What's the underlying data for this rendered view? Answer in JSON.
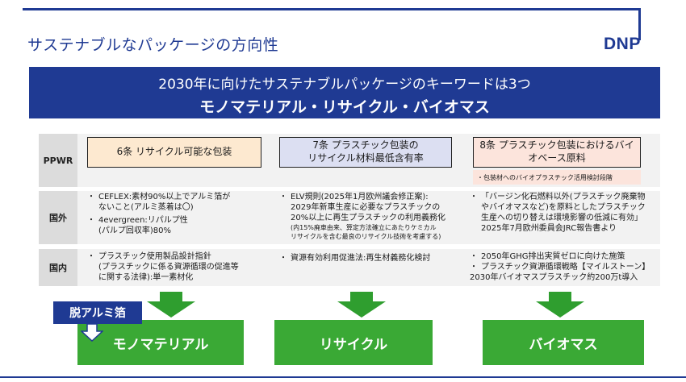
{
  "header": {
    "title": "サステナブルなパッケージの方向性",
    "logo": "DNP"
  },
  "banner": {
    "line1": "2030年に向けたサステナブルパッケージのキーワードは3つ",
    "line2": "モノマテリアル・リサイクル・バイオマス"
  },
  "rows": {
    "ppwr": "PPWR",
    "overseas": "国外",
    "domestic": "国内"
  },
  "ppwr": {
    "col1": "6条 リサイクル可能な包装",
    "col2_l1": "7条 プラスチック包装の",
    "col2_l2": "リサイクル材料最低含有率",
    "col3_l1": "8条 プラスチック包装におけるバイ",
    "col3_l2": "オベース原料",
    "col3_note": "・包装材へのバイオプラスチック活用検討段階"
  },
  "overseas": {
    "c1_b1_l1": "CEFLEX:素材90%以上でアルミ箔が",
    "c1_b1_l2": "ないこと(アルミ蒸着は〇)",
    "c1_b2_l1": "4evergreen:リパルプ性",
    "c1_b2_l2": "(パルプ回収率)80%",
    "c2_l1": "ELV規則(2025年1月欧州議会修正案):",
    "c2_l2": "2029年新車生産に必要なプラスチックの",
    "c2_l3": "20%以上に再生プラスチックの利用義務化",
    "c2_s1": "(内15%廃車由来、算定方法確立にあたりケミカル",
    "c2_s2": "リサイクルを含む最良のリサイクル技術を考慮する)",
    "c3_l1": "「バージン化石燃料以外(プラスチック廃棄物",
    "c3_l2": "やバイオマスなど)を原料としたプラスチック",
    "c3_l3": "生産への切り替えは環境影響の低減に有効」",
    "c3_l4": "2025年7月欧州委員会JRC報告書より"
  },
  "domestic": {
    "c1_l1": "プラスチック使用製品設計指針",
    "c1_l2": "(プラスチックに係る資源循環の促進等",
    "c1_l3": "に関する法律):単一素材化",
    "c2_l1": "資源有効利用促進法:再生材義務化検討",
    "c3_b1": "2050年GHG排出実質ゼロに向けた施策",
    "c3_b2": "プラスチック資源循環戦略【マイルストーン】",
    "c3_b2_l2": "2030年バイオマスプラスチック約200万t導入"
  },
  "targets": {
    "t1": "モノマテリアル",
    "t2": "リサイクル",
    "t3": "バイオマス"
  },
  "tag": "脱アルミ箔",
  "colors": {
    "navy": "#1f3a93",
    "green": "#3aa935",
    "arrow_green": "#2f9e2f"
  }
}
